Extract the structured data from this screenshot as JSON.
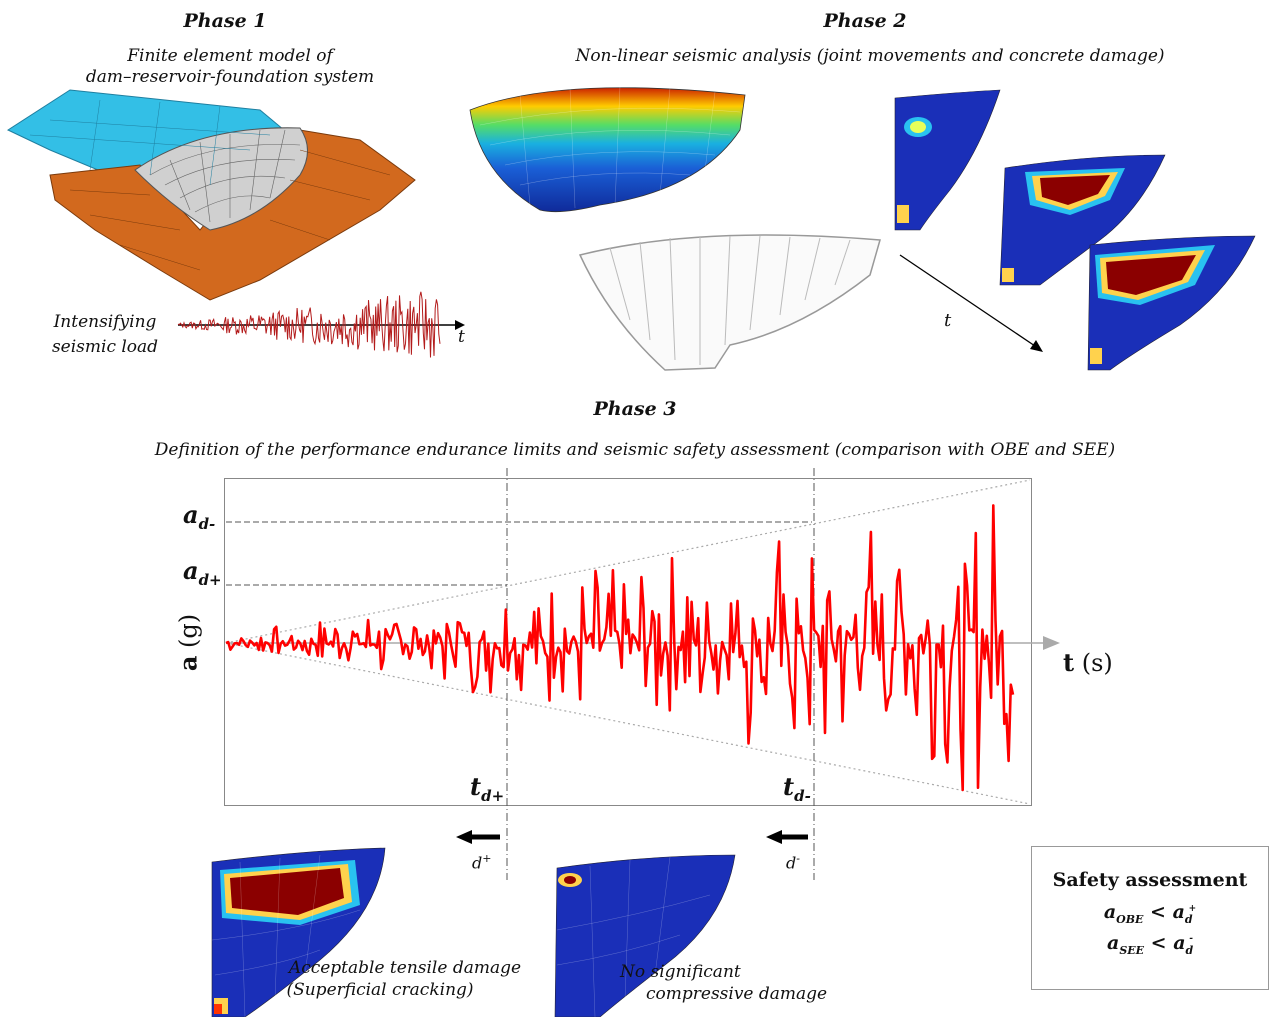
{
  "phase1": {
    "title": "Phase 1",
    "caption_line1": "Finite element model of",
    "caption_line2": "dam–reservoir-foundation system",
    "load_line1": "Intensifying",
    "load_line2": "seismic load",
    "time_label": "t"
  },
  "phase2": {
    "title": "Phase 2",
    "caption": "Non-linear seismic analysis (joint movements and concrete damage)",
    "time_label": "t"
  },
  "phase3": {
    "title": "Phase 3",
    "caption": "Definition of the performance endurance limits and seismic safety assessment (comparison with OBE and SEE)"
  },
  "chart_labels": {
    "y_axis_main": "a",
    "y_axis_unit": "(g)",
    "x_axis_main": "t",
    "x_axis_unit": "(s)",
    "a_dminus_main": "a",
    "a_dminus_sub": "d-",
    "a_dplus_main": "a",
    "a_dplus_sub": "d+",
    "t_dplus_main": "t",
    "t_dplus_sub": "d+",
    "t_dminus_main": "t",
    "t_dminus_sub": "d-",
    "d_plus_main": "d",
    "d_plus_sup": "+",
    "d_minus_main": "d",
    "d_minus_sup": "-"
  },
  "bottom": {
    "tensile_line1": "Acceptable tensile damage",
    "tensile_line2": "(Superficial cracking)",
    "compressive_line1": "No significant",
    "compressive_line2": "compressive damage"
  },
  "safety": {
    "title": "Safety assessment",
    "row1_a": "a",
    "row1_sub": "OBE",
    "row1_lt": "<",
    "row1_b": "a",
    "row1_bsub": "d",
    "row1_bsup": "+",
    "row2_a": "a",
    "row2_sub": "SEE",
    "row2_lt": "<",
    "row2_b": "a",
    "row2_bsub": "d",
    "row2_bsup": "-"
  },
  "colors": {
    "signal": "#ff0000",
    "reservoir": "#33bfe6",
    "foundation": "#d2691e",
    "dam_mesh": "#c8c8c8",
    "damage_blue": "#1a2fb8",
    "damage_red": "#8b0000"
  },
  "chart_data": {
    "type": "line",
    "series": [
      {
        "values": []
      }
    ],
    "ylim": [
      -1,
      1
    ]
  }
}
